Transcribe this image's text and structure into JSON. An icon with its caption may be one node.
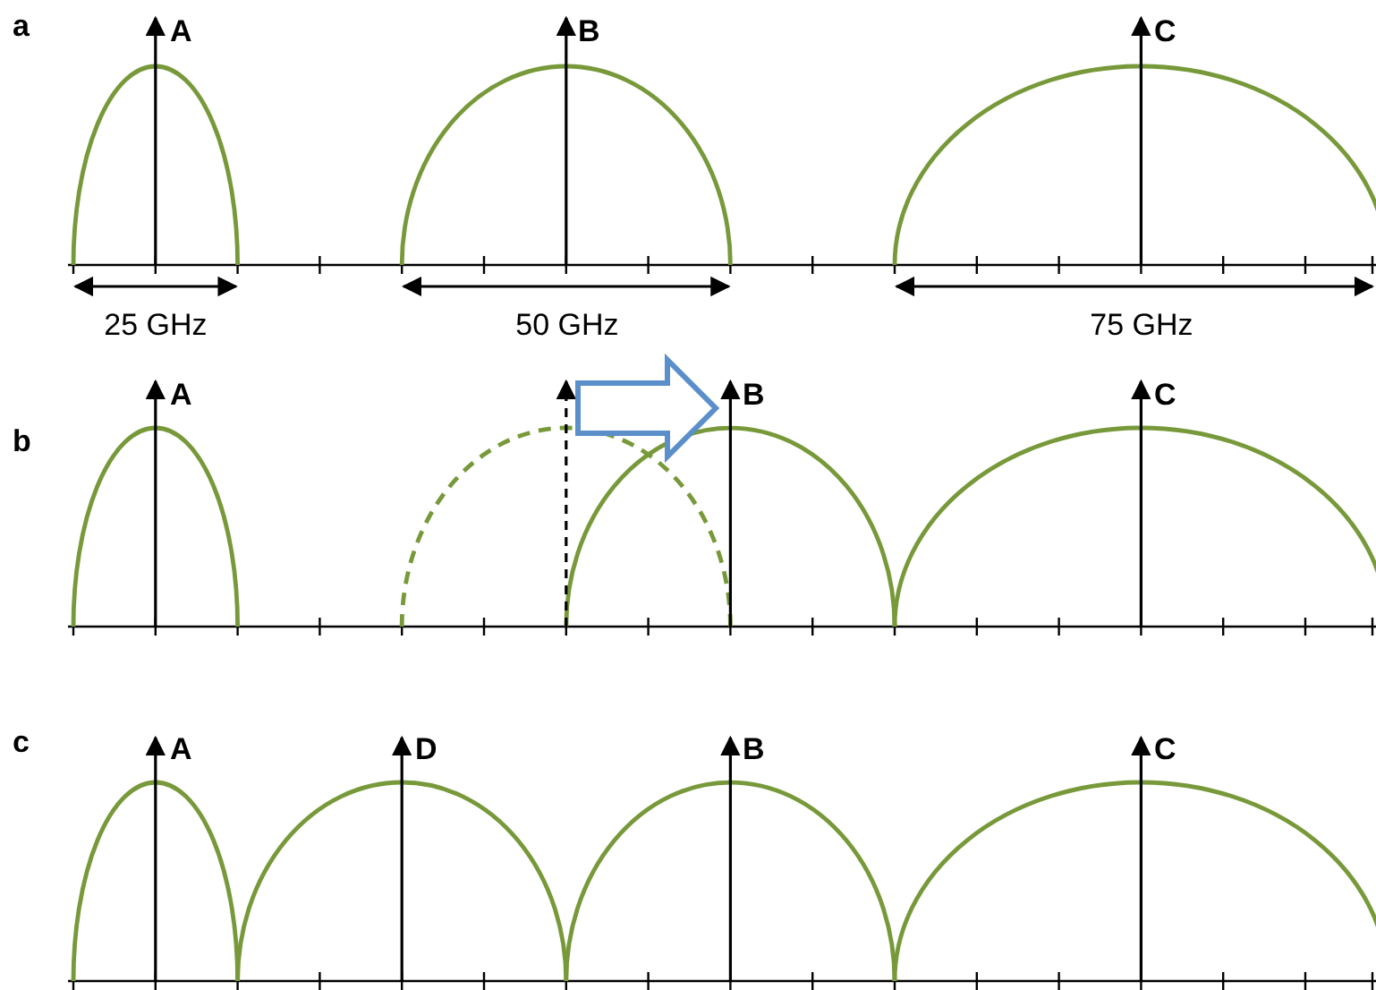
{
  "diagram": {
    "labels": [
      "a",
      "A",
      "B",
      "C",
      "25 GHz",
      "50 GHz",
      "75 GHz",
      "b",
      "A",
      "B",
      "C",
      "c",
      "A",
      "D",
      "B",
      "C"
    ]
  }
}
